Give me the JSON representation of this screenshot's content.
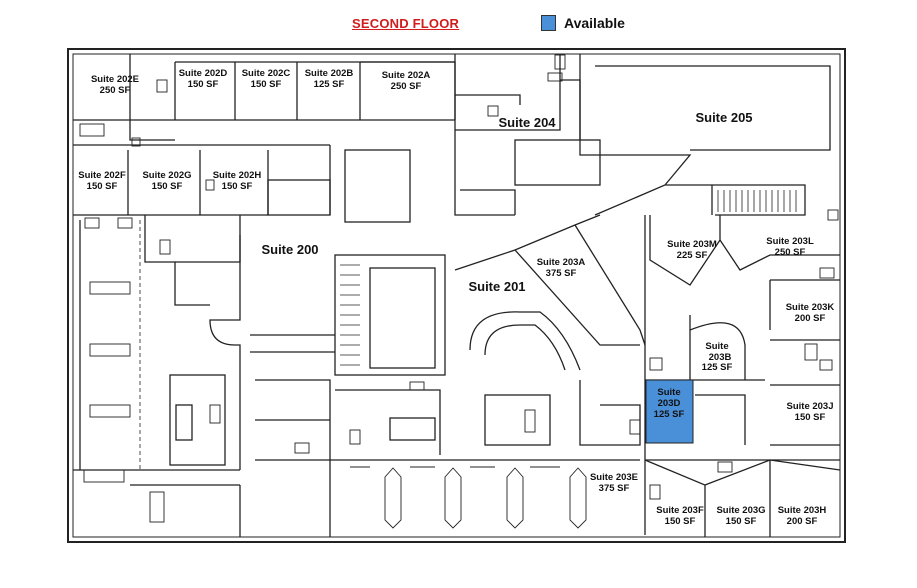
{
  "title": "SECOND FLOOR",
  "legend": {
    "label": "Available",
    "color": "#4a90d9"
  },
  "colors": {
    "title": "#d01c1c",
    "wall": "#222222",
    "available": "#4a90d9"
  },
  "suites": {
    "s202e": {
      "name": "Suite 202E",
      "size": "250 SF"
    },
    "s202d": {
      "name": "Suite 202D",
      "size": "150 SF"
    },
    "s202c": {
      "name": "Suite 202C",
      "size": "150 SF"
    },
    "s202b": {
      "name": "Suite 202B",
      "size": "125 SF"
    },
    "s202a": {
      "name": "Suite 202A",
      "size": "250 SF"
    },
    "s204": {
      "name": "Suite 204"
    },
    "s205": {
      "name": "Suite 205"
    },
    "s202f": {
      "name": "Suite 202F",
      "size": "150 SF"
    },
    "s202g": {
      "name": "Suite 202G",
      "size": "150 SF"
    },
    "s202h": {
      "name": "Suite 202H",
      "size": "150 SF"
    },
    "s200": {
      "name": "Suite 200"
    },
    "s203m": {
      "name": "Suite 203M",
      "size": "225 SF"
    },
    "s203l": {
      "name": "Suite 203L",
      "size": "250 SF"
    },
    "s203a": {
      "name": "Suite 203A",
      "size": "375 SF"
    },
    "s201": {
      "name": "Suite 201"
    },
    "s203k": {
      "name": "Suite 203K",
      "size": "200 SF"
    },
    "s203b": {
      "name": "Suite 203B",
      "size": "125 SF"
    },
    "s203d": {
      "name": "Suite 203D",
      "size": "125 SF",
      "available": true
    },
    "s203j": {
      "name": "Suite 203J",
      "size": "150 SF"
    },
    "s203e": {
      "name": "Suite 203E",
      "size": "375 SF"
    },
    "s203f": {
      "name": "Suite 203F",
      "size": "150 SF"
    },
    "s203g": {
      "name": "Suite 203G",
      "size": "150 SF"
    },
    "s203h": {
      "name": "Suite 203H",
      "size": "200 SF"
    }
  }
}
